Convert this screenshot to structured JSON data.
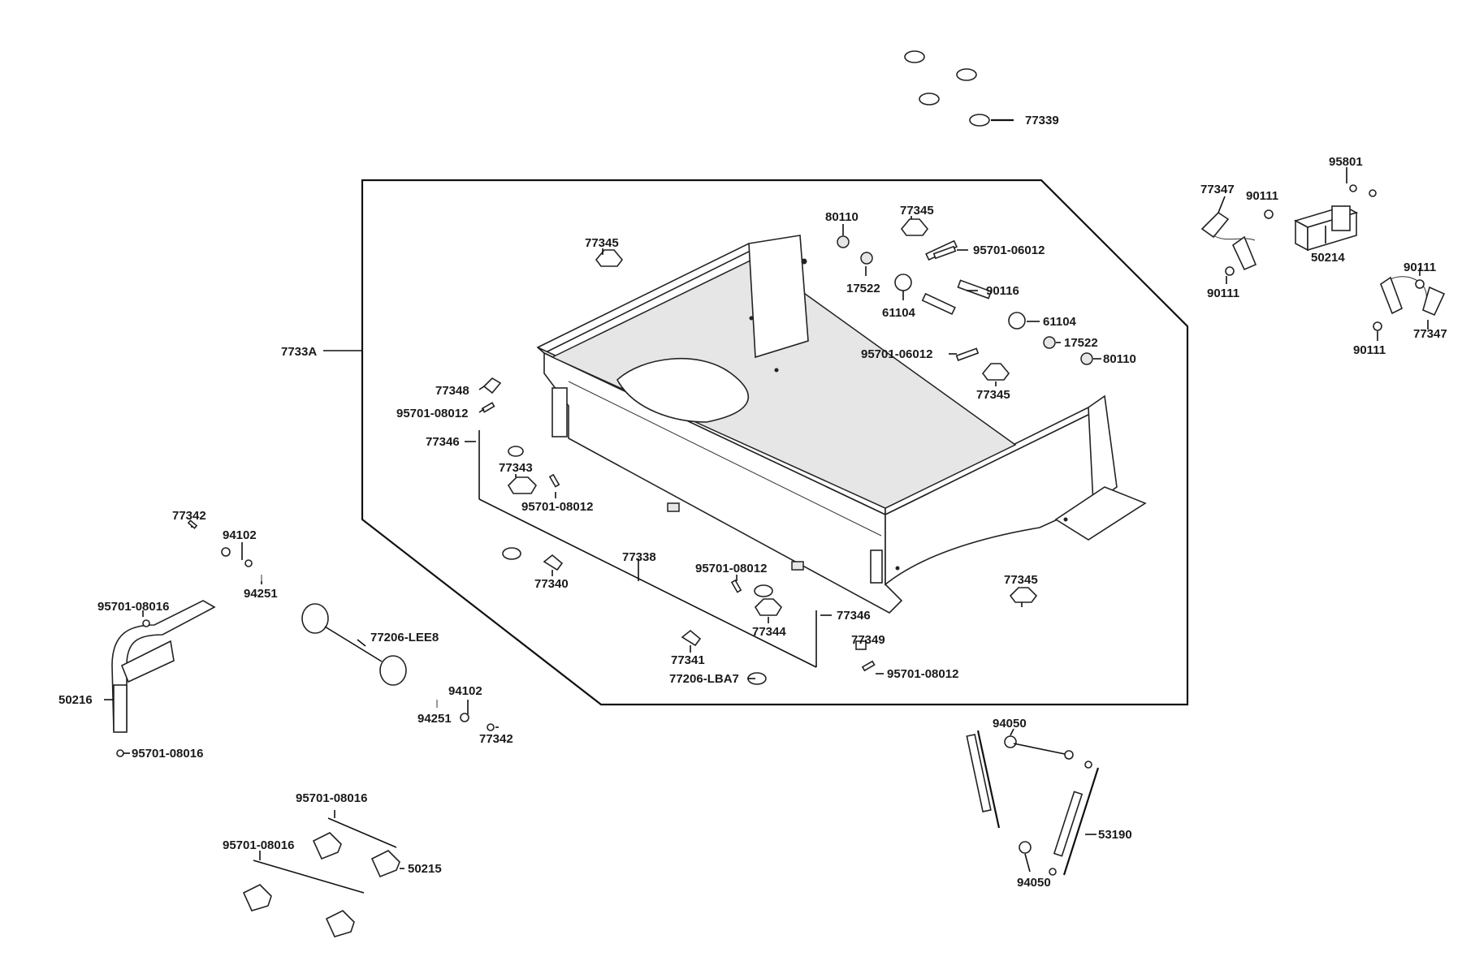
{
  "colors": {
    "line": "#111111",
    "label": "#1a1a1a",
    "background": "#ffffff"
  },
  "labels": {
    "p77339": "77339",
    "p95801": "95801",
    "p77347_top": "77347",
    "p90111_a": "90111",
    "p90111_b": "90111",
    "p50214": "50214",
    "p90111_c": "90111",
    "p90111_d": "90111",
    "p77347_right": "77347",
    "p80110_top": "80110",
    "p77345_top": "77345",
    "p77345_left": "77345",
    "p95701_06012_a": "95701-06012",
    "p90116": "90116",
    "p17522_a": "17522",
    "p61104_a": "61104",
    "p61104_b": "61104",
    "p17522_b": "17522",
    "p95701_06012_b": "95701-06012",
    "p80110_b": "80110",
    "p77345_mid": "77345",
    "p7733A": "7733A",
    "p77348": "77348",
    "p95701_08012_a": "95701-08012",
    "p77346_a": "77346",
    "p77343": "77343",
    "p95701_08012_b": "95701-08012",
    "p77342_a": "77342",
    "p94102_a": "94102",
    "p94251_a": "94251",
    "p77340": "77340",
    "p77338": "77338",
    "p95701_08012_c": "95701-08012",
    "p95701_08016_a": "95701-08016",
    "p77206_LEE8": "77206-LEE8",
    "p77346_b": "77346",
    "p77344": "77344",
    "p77345_low": "77345",
    "p77349": "77349",
    "p77341": "77341",
    "p95701_08012_d": "95701-08012",
    "p77206_LBA7": "77206-LBA7",
    "p50216": "50216",
    "p94102_b": "94102",
    "p94251_b": "94251",
    "p77342_b": "77342",
    "p95701_08016_b": "95701-08016",
    "p94050_a": "94050",
    "p53190": "53190",
    "p94050_b": "94050",
    "p95701_08016_c": "95701-08016",
    "p95701_08016_d": "95701-08016",
    "p50215": "50215"
  }
}
